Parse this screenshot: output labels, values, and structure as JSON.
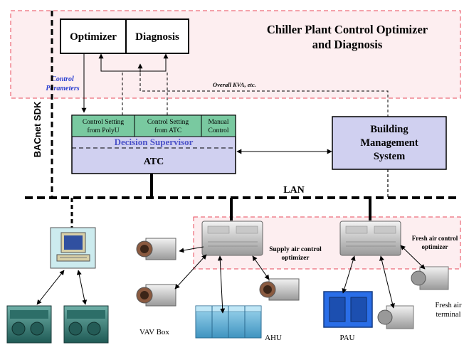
{
  "title": {
    "line1": "Chiller Plant Control Optimizer",
    "line2": "and Diagnosis"
  },
  "optimizer_label": "Optimizer",
  "diagnosis_label": "Diagnosis",
  "control_parameters": {
    "line1": "Control",
    "line2": "Parameters"
  },
  "overall_kva": "Overall KVA,  etc.",
  "bacnet_label": "BACnet SDK",
  "atc_panel": {
    "cells": [
      {
        "line1": "Control Setting",
        "line2": "from PolyU"
      },
      {
        "line1": "Control Setting",
        "line2": "from ATC"
      },
      {
        "line1": "Manual",
        "line2": "Control"
      }
    ],
    "supervisor": "Decision Supervisor",
    "atc": "ATC"
  },
  "bms": {
    "line1": "Building",
    "line2": "Management",
    "line3": "System"
  },
  "lan_label": "LAN",
  "supply_optimizer": {
    "line1": "Supply air control",
    "line2": "optimizer"
  },
  "fresh_optimizer": {
    "line1": "Fresh air control",
    "line2": "optimizer"
  },
  "vav_label": "VAV Box",
  "ahu_label": "AHU",
  "pau_label": "PAU",
  "fresh_terminal": {
    "line1": "Fresh air",
    "line2": "terminal"
  },
  "colors": {
    "pink_region": "#fdeef0",
    "dashed_red": "#e8485a",
    "green_cells": "#79c9a0",
    "purple_box": "#d0d0f0",
    "supervisor_text": "#4b52c8",
    "control_params_text": "#2b3fd0"
  }
}
